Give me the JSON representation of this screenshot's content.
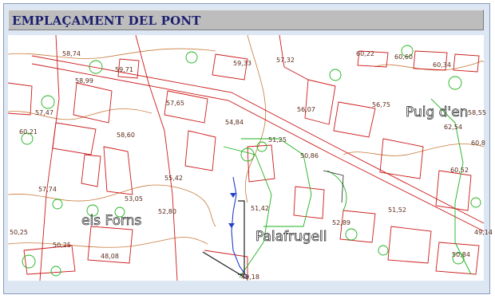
{
  "title": "EMPLAÇAMENT DEL PONT",
  "place_names": {
    "forns": "els Forns",
    "palafrugell": "Palafrugell",
    "puig": "Puig d'en"
  },
  "elevations": [
    "58,74",
    "59,71",
    "58,99",
    "59,33",
    "57,32",
    "60,22",
    "60,60",
    "60,34",
    "57,47",
    "60,21",
    "57,65",
    "58,60",
    "54,84",
    "56,07",
    "56,75",
    "58,55",
    "62,54",
    "60,8",
    "51,25",
    "50,86",
    "55,42",
    "53,05",
    "57,74",
    "52,80",
    "51,42",
    "52,89",
    "51,52",
    "60,52",
    "50,25",
    "50,25",
    "48,08",
    "49,18",
    "50,84",
    "49,14"
  ],
  "colors": {
    "streets": "#cc1a1a",
    "vegetation": "#1db21d",
    "contours": "#c87a3a",
    "river": "#2340c8"
  }
}
